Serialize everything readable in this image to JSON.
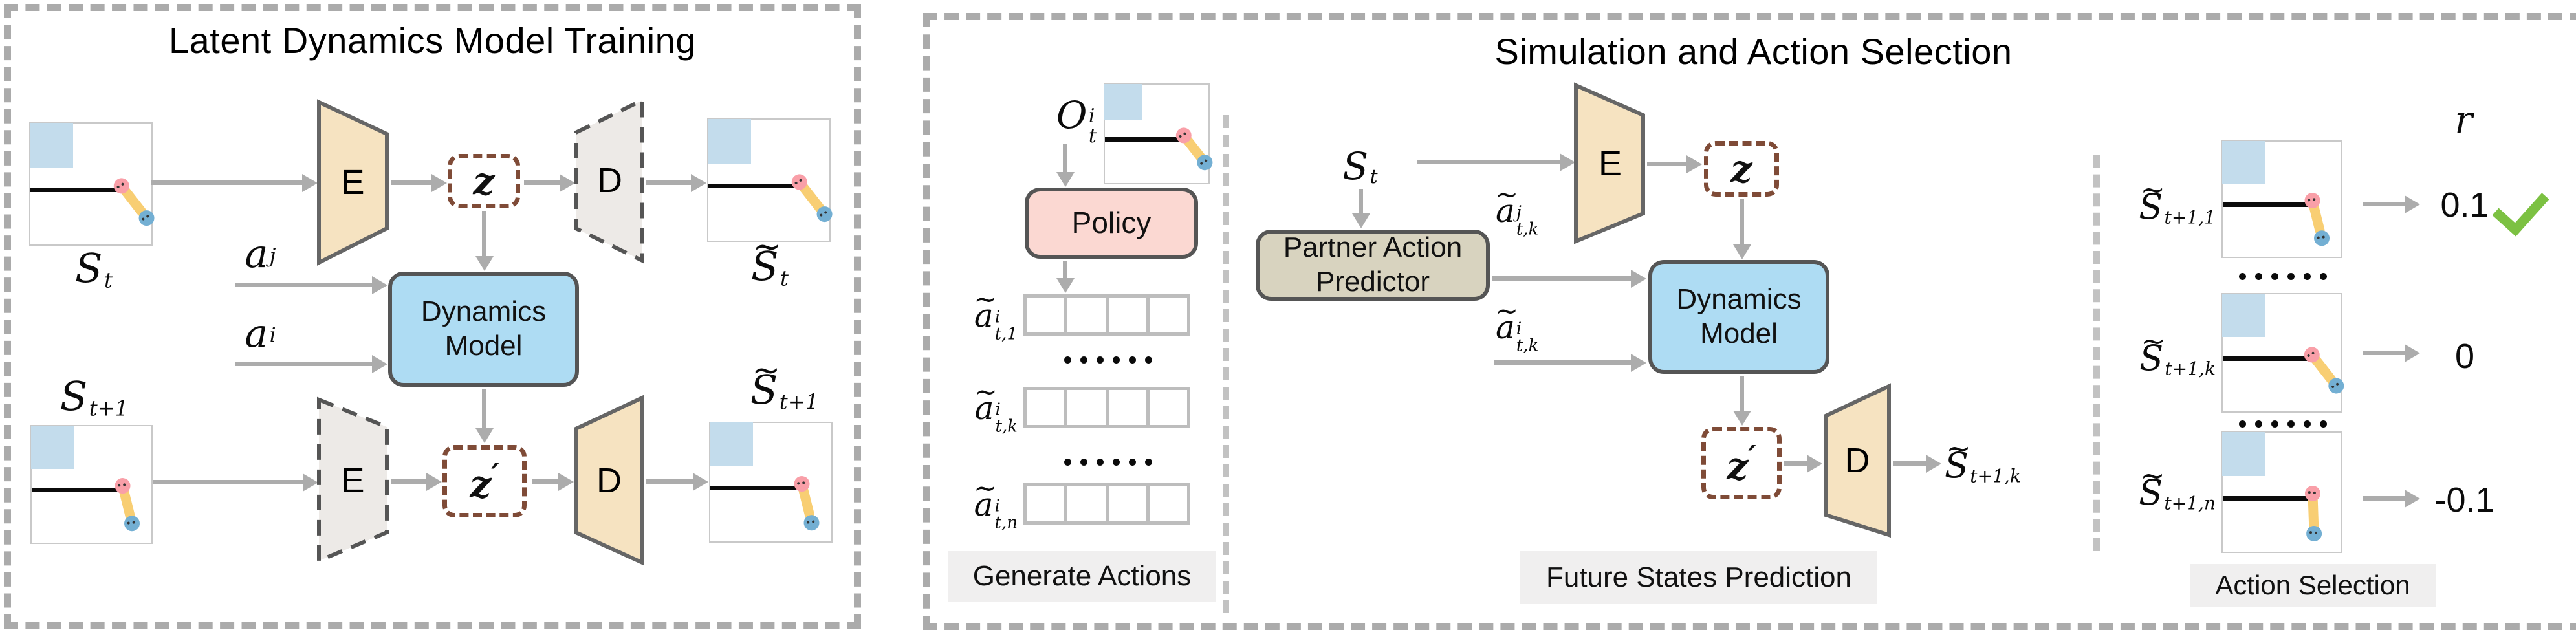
{
  "colors": {
    "encoder_fill": "#F6E3C1",
    "frozen_fill": "#EDEAE7",
    "dynamics_fill": "#AEDCF3",
    "policy_fill": "#FBD8D2",
    "predictor_fill": "#D8D3BF",
    "latent_border": "#7F4B37",
    "arrow_gray": "#ACACAC",
    "panel_dash": "#ABABAB",
    "chip_bg": "#F0EFEF",
    "check_green": "#7CC142",
    "state_blue": "#C3DCEC",
    "agent_pink": "#F99FA8",
    "agent_blue": "#73AFD3",
    "stick_yellow": "#F8CE73"
  },
  "glyphs": {
    "encoder": "E",
    "decoder": "D"
  },
  "latent": {
    "z": "z",
    "prime": "′",
    "noprime": ""
  },
  "dynamics": {
    "line1": "Dynamics",
    "line2": "Model"
  },
  "left_panel": {
    "title": "Latent Dynamics Model Training",
    "labels": {
      "s_t": {
        "tilde": "",
        "base": "S",
        "sup": "",
        "sub": "t"
      },
      "s_t_hat": {
        "tilde": "~",
        "base": "S",
        "sup": "",
        "sub": "t"
      },
      "s_t1": {
        "tilde": "",
        "base": "S",
        "sup": "",
        "sub": "t+1"
      },
      "s_t1_hat": {
        "tilde": "~",
        "base": "S",
        "sup": "",
        "sub": "t+1"
      },
      "a_j": {
        "tilde": "",
        "base": "a",
        "sup": "j",
        "sub": ""
      },
      "a_i": {
        "tilde": "",
        "base": "a",
        "sup": "i",
        "sub": ""
      }
    }
  },
  "right_panel": {
    "title": "Simulation and Action Selection",
    "generate": {
      "obs": {
        "tilde": "",
        "base": "O",
        "sup": "i",
        "sub": "t"
      },
      "policy_label": "Policy",
      "rows": [
        {
          "tilde": "~",
          "base": "a",
          "sup": "i",
          "sub": "t,1"
        },
        {
          "tilde": "~",
          "base": "a",
          "sup": "i",
          "sub": "t,k"
        },
        {
          "tilde": "~",
          "base": "a",
          "sup": "i",
          "sub": "t,n"
        }
      ],
      "section_label": "Generate Actions"
    },
    "future": {
      "s_t": {
        "tilde": "",
        "base": "S",
        "sup": "",
        "sub": "t"
      },
      "predictor_line1": "Partner Action",
      "predictor_line2": "Predictor",
      "a_j": {
        "tilde": "~",
        "base": "a",
        "sup": "j",
        "sub": "t,k"
      },
      "a_i": {
        "tilde": "~",
        "base": "a",
        "sup": "i",
        "sub": "t,k"
      },
      "out": {
        "tilde": "~",
        "base": "S",
        "sup": "",
        "sub": "t+1,k"
      },
      "section_label": "Future States Prediction"
    },
    "selection": {
      "reward_header": {
        "tilde": "",
        "base": "r",
        "sup": "",
        "sub": ""
      },
      "rows": [
        {
          "label": {
            "tilde": "~",
            "base": "S",
            "sup": "",
            "sub": "t+1,1"
          },
          "reward": "0.1",
          "check": true
        },
        {
          "label": {
            "tilde": "~",
            "base": "S",
            "sup": "",
            "sub": "t+1,k"
          },
          "reward": "0",
          "check": false
        },
        {
          "label": {
            "tilde": "~",
            "base": "S",
            "sup": "",
            "sub": "t+1,n"
          },
          "reward": "-0.1",
          "check": false
        }
      ],
      "section_label": "Action Selection"
    }
  }
}
